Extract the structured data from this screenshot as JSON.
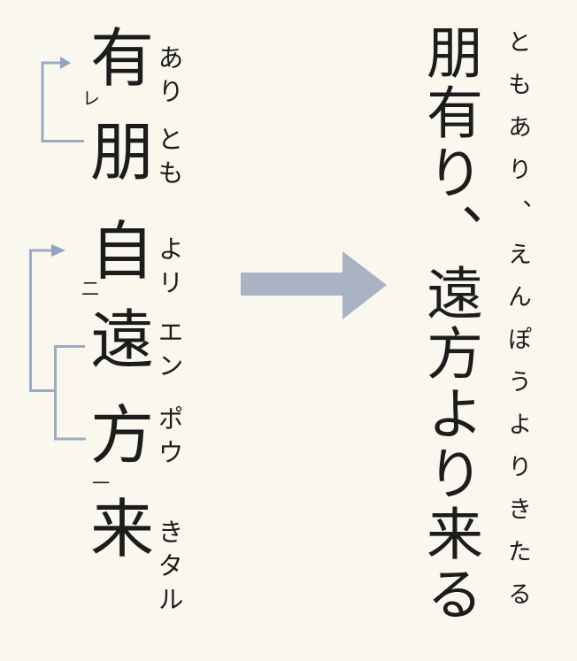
{
  "diagram_type": "kanbun-reading-order",
  "colors": {
    "background": "#faf8ee",
    "ink": "#1c1c1c",
    "bracket": "#9aabc4",
    "bracket_arrowhead": "#8ea4c0",
    "big_arrow": "#a9b3c3"
  },
  "kanbun": {
    "characters": [
      {
        "char": "有",
        "furigana": "あり",
        "kaeriten": "レ"
      },
      {
        "char": "朋",
        "furigana": "とも",
        "kaeriten": ""
      },
      {
        "char": "自",
        "furigana": "よリ",
        "kaeriten": "二"
      },
      {
        "char": "遠",
        "furigana": "エン",
        "kaeriten": ""
      },
      {
        "char": "方",
        "furigana": "ポウ",
        "kaeriten": "一"
      },
      {
        "char": "来",
        "furigana": "きタル",
        "kaeriten": ""
      }
    ]
  },
  "reading": {
    "text": "朋有り、遠方より来る",
    "furigana": "ともあり、えんぽうよりきたる"
  },
  "icons": {
    "big_arrow": "arrow-right",
    "bracket_arrows": "arrow-right"
  }
}
